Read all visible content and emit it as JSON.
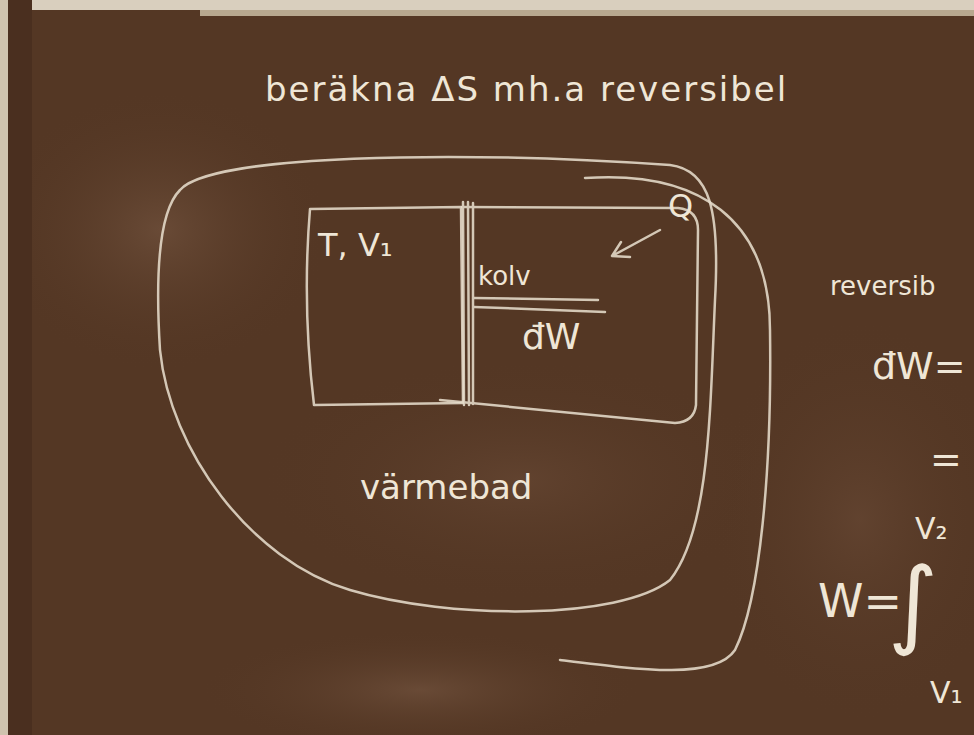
{
  "diagram": {
    "title": "beräkna ΔS mh.a reversibel",
    "nodes": [
      {
        "text": [
          "värmebad"
        ]
      },
      {
        "text": [
          "T, V₁"
        ],
        "in": 0
      }
    ],
    "labels": [
      "kolv",
      "đW",
      "Q",
      "reversib",
      "đW=",
      "=",
      "V₂",
      "W=",
      "∫",
      "V₁"
    ]
  }
}
